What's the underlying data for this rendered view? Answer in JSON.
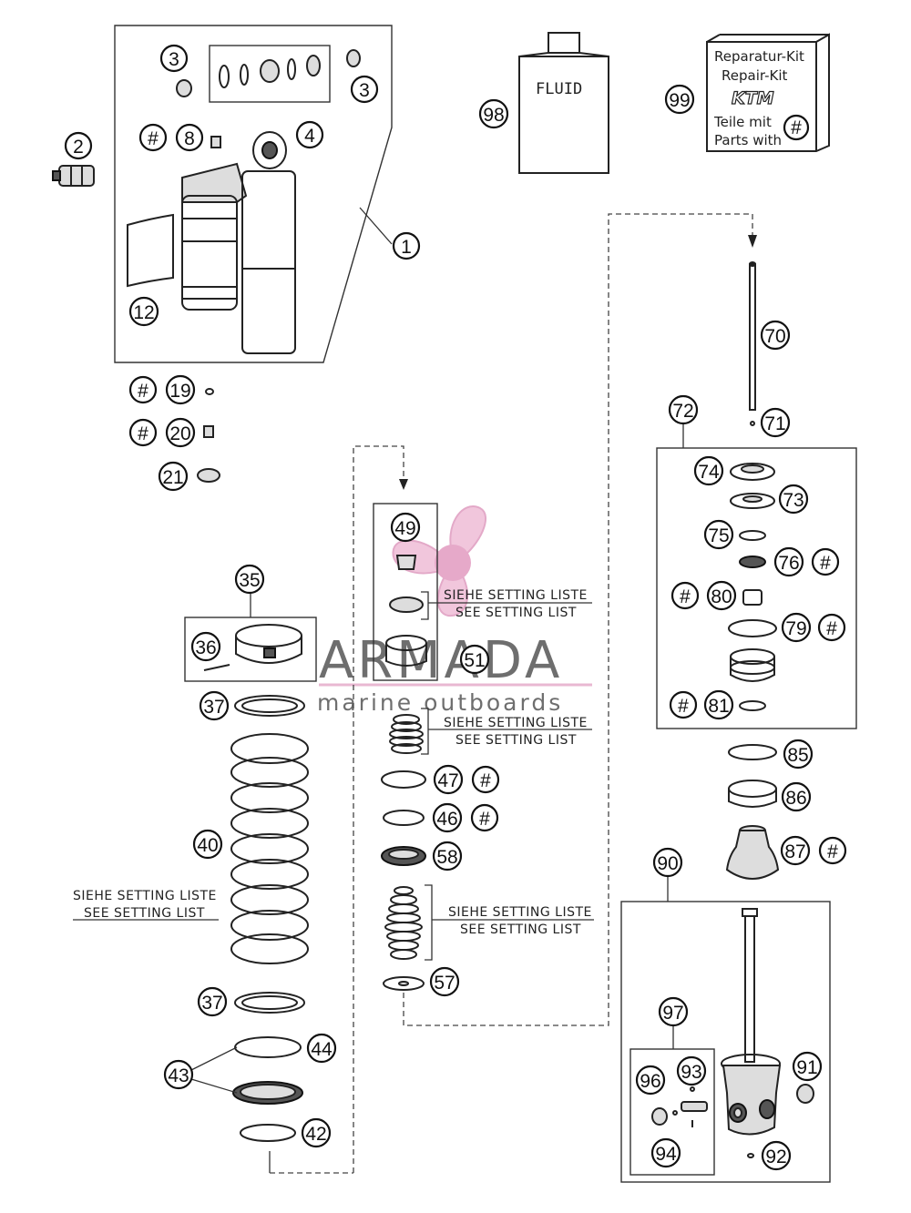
{
  "watermark": {
    "brand": "ARMADA",
    "tagline": "marine outboards",
    "brand_color": "#e3a9c8",
    "logo_icon": "propeller-icon"
  },
  "kit": {
    "fluid_label": "FLUID",
    "repair_kit_de": "Reparatur-Kit",
    "repair_kit_en": "Repair-Kit",
    "ktm_logo": "KTM",
    "parts_de": "Teile mit",
    "parts_en": "Parts with",
    "hash": "#"
  },
  "notes": {
    "setting_de": "SIEHE SETTING LISTE",
    "setting_en": "SEE SETTING LIST"
  },
  "callouts": {
    "c1": "1",
    "c2": "2",
    "c3a": "3",
    "c3b": "3",
    "c4": "4",
    "c8": "8",
    "c12": "12",
    "c19": "19",
    "c20": "20",
    "c21": "21",
    "c35": "35",
    "c36": "36",
    "c37a": "37",
    "c37b": "37",
    "c40": "40",
    "c42": "42",
    "c43": "43",
    "c44": "44",
    "c46": "46",
    "c47": "47",
    "c49": "49",
    "c51": "51",
    "c57": "57",
    "c58": "58",
    "c70": "70",
    "c71": "71",
    "c72": "72",
    "c73": "73",
    "c74": "74",
    "c75": "75",
    "c76": "76",
    "c79": "79",
    "c80": "80",
    "c81": "81",
    "c85": "85",
    "c86": "86",
    "c87": "87",
    "c90": "90",
    "c91": "91",
    "c92": "92",
    "c93": "93",
    "c94": "94",
    "c96": "96",
    "c97": "97",
    "c98": "98",
    "c99": "99",
    "hash": "#"
  }
}
